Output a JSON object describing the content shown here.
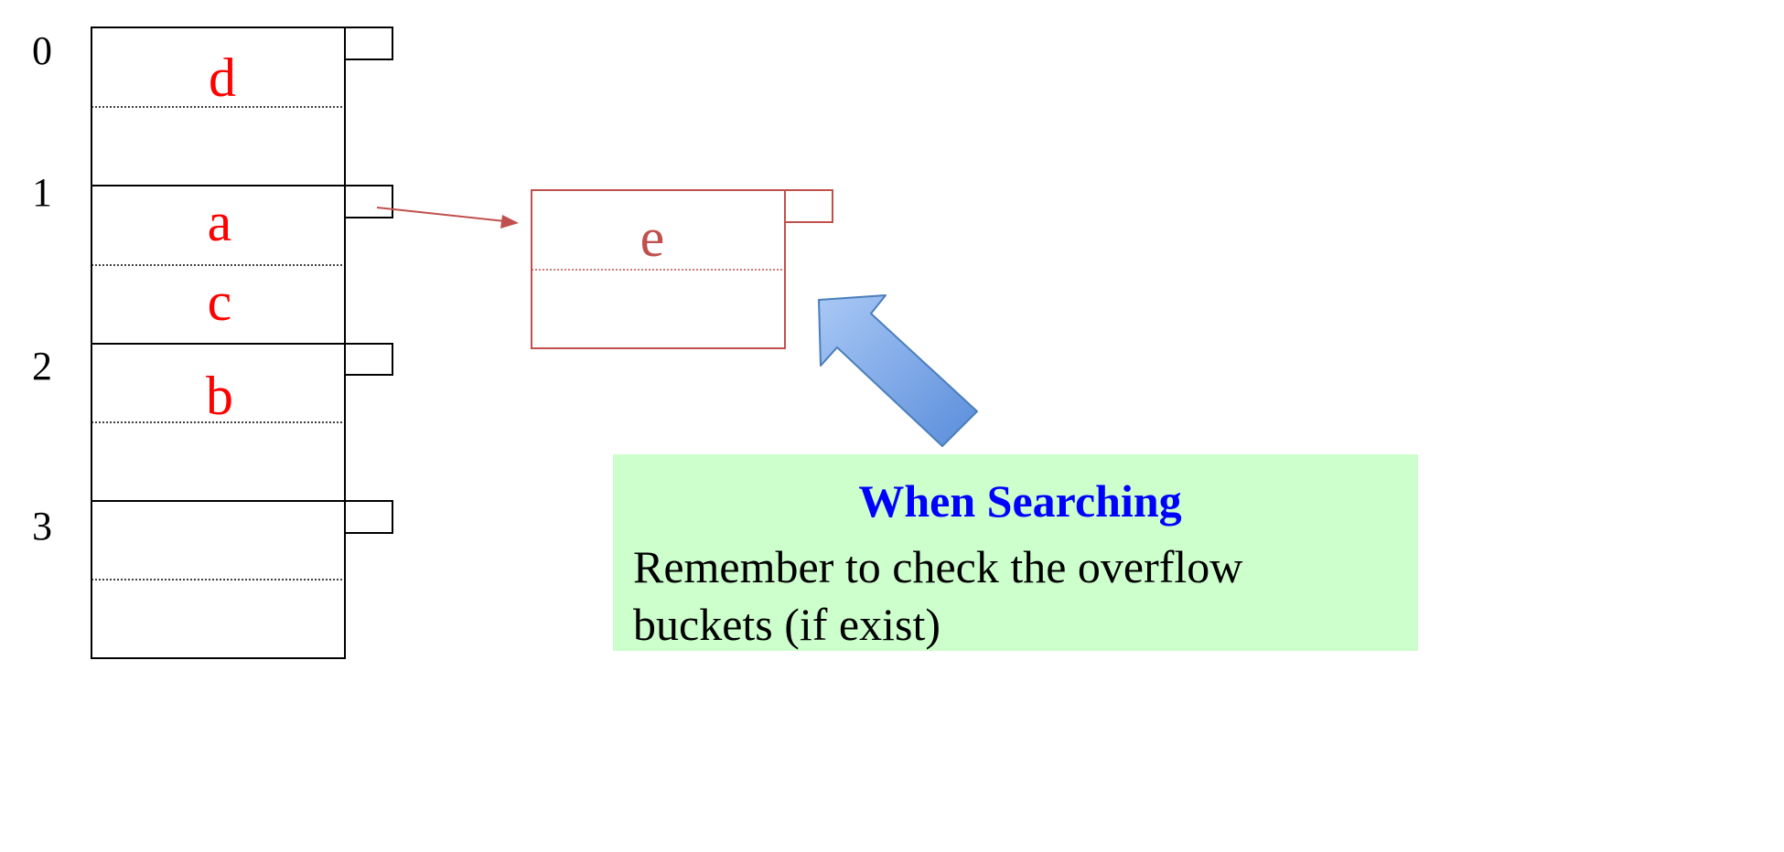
{
  "buckets": [
    {
      "index": "0",
      "entries": [
        "d",
        ""
      ]
    },
    {
      "index": "1",
      "entries": [
        "a",
        "c"
      ]
    },
    {
      "index": "2",
      "entries": [
        "b",
        ""
      ]
    },
    {
      "index": "3",
      "entries": [
        "",
        ""
      ]
    }
  ],
  "overflow_bucket": {
    "entries": [
      "e",
      ""
    ]
  },
  "colors": {
    "primary_keys": "#ff0000",
    "overflow": "#c0504d",
    "callout_bg": "#ccffcc",
    "callout_title": "#0000ff",
    "arrow_fill": "#7aa6ea"
  },
  "callout": {
    "title": "When Searching",
    "line1": "Remember to check the overflow",
    "line2": "buckets (if exist)"
  }
}
